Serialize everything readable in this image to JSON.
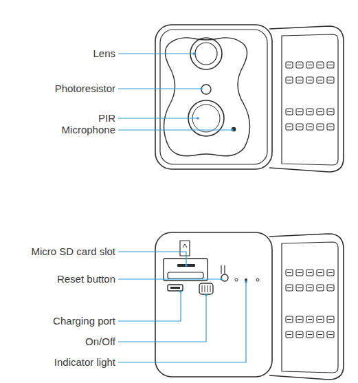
{
  "diagram": {
    "labels": [
      "Lens",
      "Photoresistor",
      "PIR",
      "Microphone",
      "Micro SD card slot",
      "Reset button",
      "Charging port",
      "On/Off",
      "Indicator light"
    ]
  }
}
